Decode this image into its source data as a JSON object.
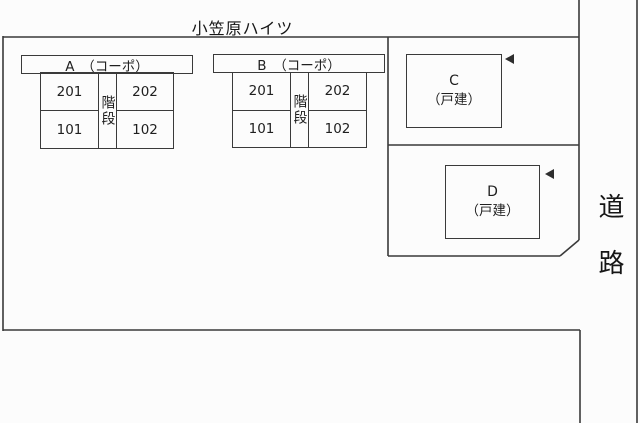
{
  "title": "小笠原ハイツ",
  "road": {
    "label": "道路"
  },
  "buildings": {
    "a": {
      "label": "A　（コーポ）",
      "stairs": "階段",
      "units": {
        "tl": "201",
        "tr": "202",
        "bl": "101",
        "br": "102"
      }
    },
    "b": {
      "label": "B　（コーポ）",
      "stairs": "階段",
      "units": {
        "tl": "201",
        "tr": "202",
        "bl": "101",
        "br": "102"
      }
    },
    "c": {
      "name": "C",
      "type": "（戸建）"
    },
    "d": {
      "name": "D",
      "type": "（戸建）"
    }
  },
  "colors": {
    "line": "#3a3a3a",
    "text": "#1f1f1f",
    "background": "#fcfcfc"
  }
}
